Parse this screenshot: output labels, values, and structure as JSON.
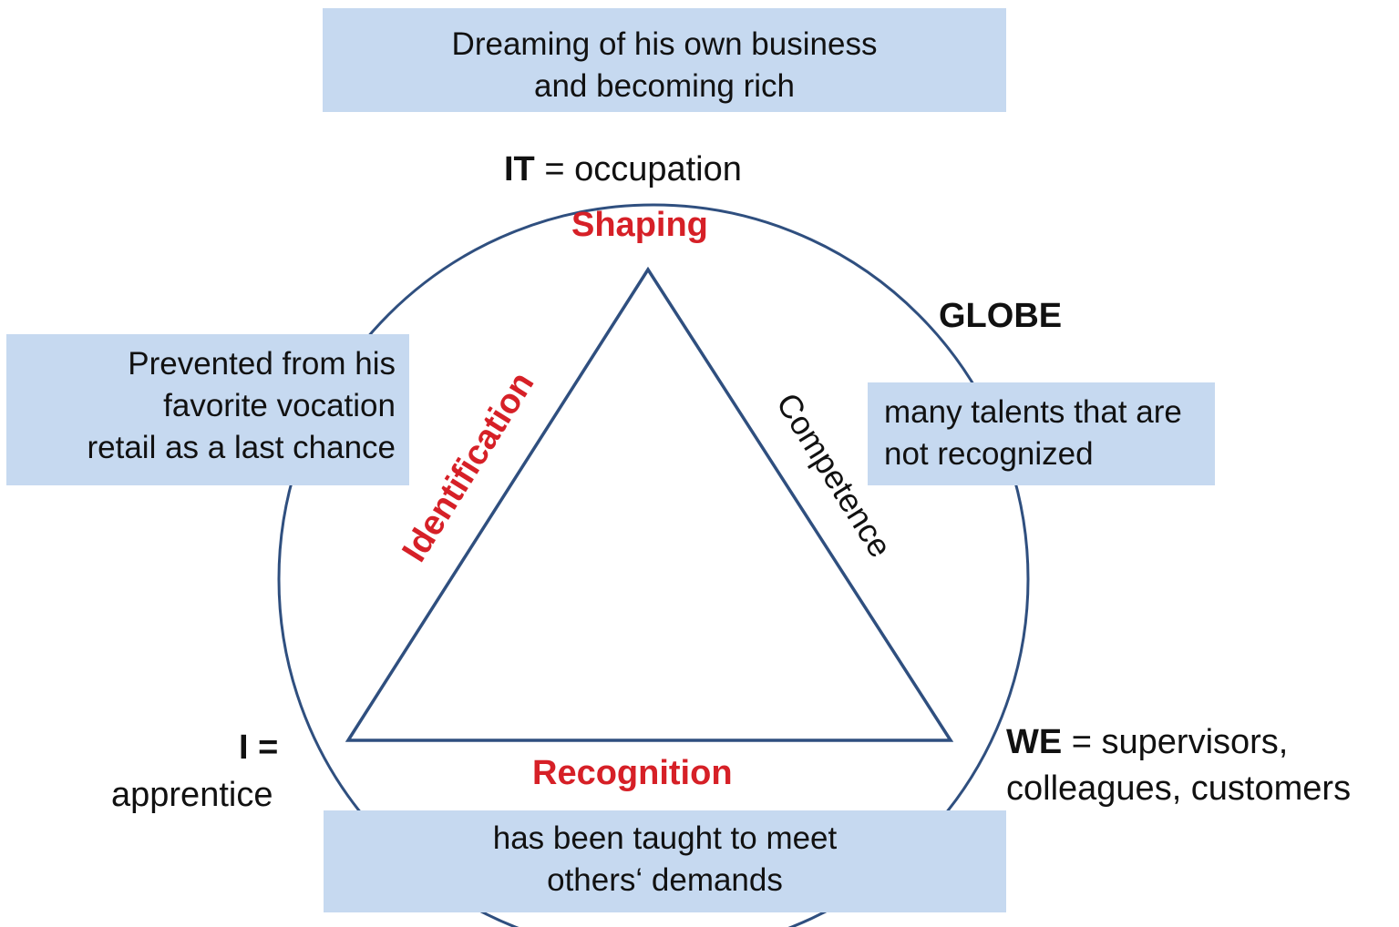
{
  "boxes": {
    "top": [
      "Dreaming of his own business",
      "and becoming rich"
    ],
    "left": [
      "Prevented from his",
      "favorite vocation",
      "retail as a last chance"
    ],
    "right": [
      "many talents that are",
      "not recognized"
    ],
    "bottom": [
      "has been taught to meet",
      "others‘ demands"
    ]
  },
  "poles": {
    "it_key": "IT",
    "it_rest": " = occupation",
    "i_key": "I =",
    "i_rest": "apprentice",
    "we_key": "WE",
    "we_rest1": " = supervisors,",
    "we_rest2": "colleagues, customers",
    "globe": "GLOBE"
  },
  "sides": {
    "shaping": "Shaping",
    "identification": "Identification",
    "competence": "Competence",
    "recognition": "Recognition"
  },
  "colors": {
    "box_fill": "#c6d9f0",
    "line": "#2f4f7f",
    "red_label": "#d62027"
  }
}
